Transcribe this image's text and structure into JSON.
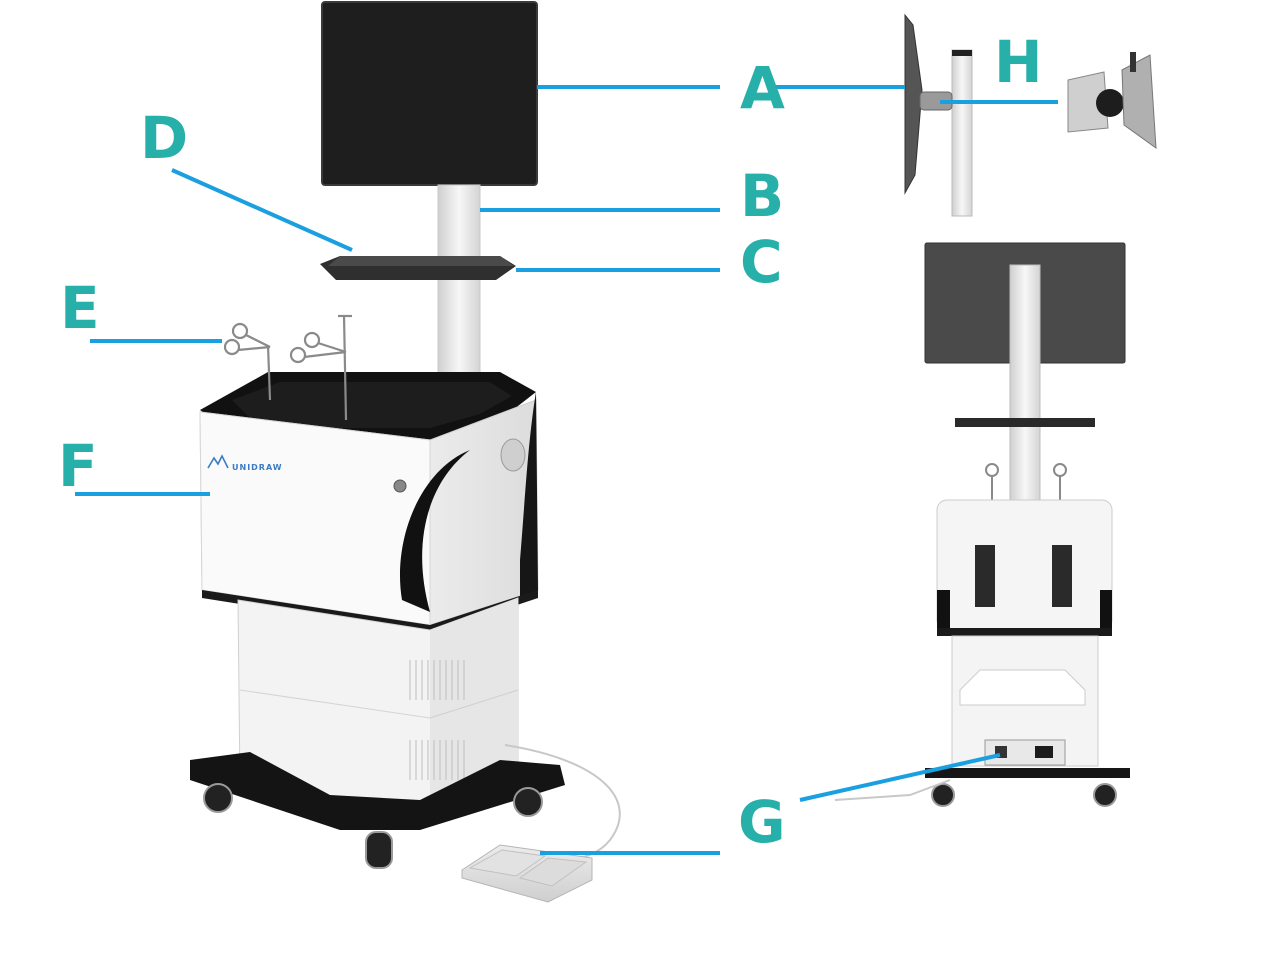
{
  "colors": {
    "label": "#27b0a9",
    "leader": "#1a9fe0",
    "device_white": "#f4f4f4",
    "device_dark": "#1c1c1c",
    "screen": "#222222",
    "pole": "#e6e6e6",
    "brand_blue": "#3a7cc4"
  },
  "brand": {
    "logo_text": "UNIDRAW"
  },
  "callouts": {
    "A": {
      "letter": "A"
    },
    "B": {
      "letter": "B"
    },
    "C": {
      "letter": "C"
    },
    "D": {
      "letter": "D"
    },
    "E": {
      "letter": "E"
    },
    "F": {
      "letter": "F"
    },
    "G": {
      "letter": "G"
    },
    "H": {
      "letter": "H"
    }
  }
}
